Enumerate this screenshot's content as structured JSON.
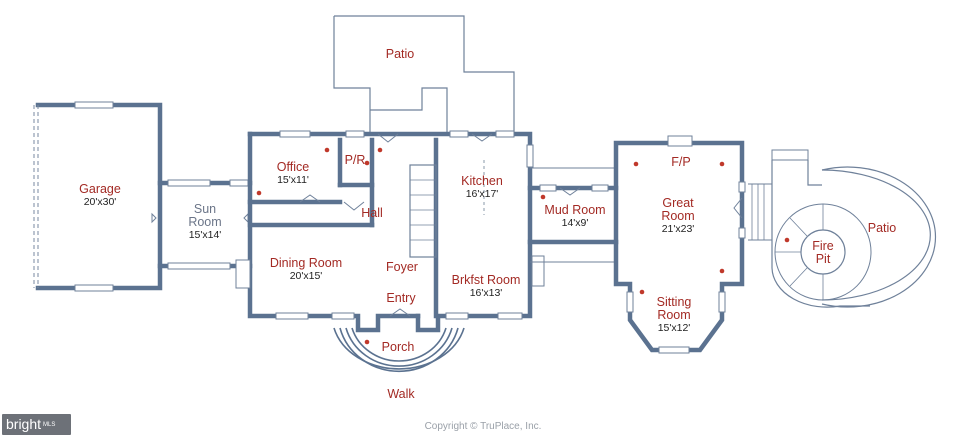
{
  "rooms": {
    "patio_top": {
      "name": "Patio"
    },
    "garage": {
      "name": "Garage",
      "dim": "20'x30'"
    },
    "sun_room": {
      "name_line1": "Sun",
      "name_line2": "Room",
      "dim": "15'x14'"
    },
    "office": {
      "name": "Office",
      "dim": "15'x11'"
    },
    "powder_room": {
      "name": "P/R"
    },
    "hall": {
      "name": "Hall"
    },
    "dining_room": {
      "name": "Dining Room",
      "dim": "20'x15'"
    },
    "foyer": {
      "name": "Foyer"
    },
    "entry": {
      "name": "Entry"
    },
    "kitchen": {
      "name": "Kitchen",
      "dim": "16'x17'"
    },
    "breakfast_room": {
      "name": "Brkfst Room",
      "dim": "16'x13'"
    },
    "mud_room": {
      "name": "Mud Room",
      "dim": "14'x9'"
    },
    "fireplace": {
      "name": "F/P"
    },
    "great_room": {
      "name_line1": "Great",
      "name_line2": "Room",
      "dim": "21'x23'"
    },
    "sitting_room": {
      "name_line1": "Sitting",
      "name_line2": "Room",
      "dim": "15'x12'"
    },
    "fire_pit": {
      "name_line1": "Fire",
      "name_line2": "Pit"
    },
    "patio_right": {
      "name": "Patio"
    },
    "porch": {
      "name": "Porch"
    },
    "walk": {
      "name": "Walk"
    }
  },
  "footer": {
    "copyright": "Copyright © TruPlace, Inc.",
    "brand": "bright",
    "brand_suffix": "MLS"
  },
  "colors": {
    "wall": "#5b7290",
    "label": "#a32a24",
    "marker": "#c0392b"
  }
}
